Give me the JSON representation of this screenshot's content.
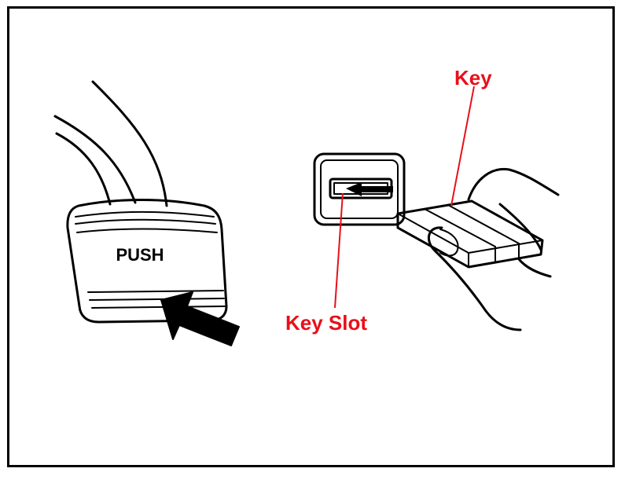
{
  "pedal": {
    "text": "PUSH"
  },
  "callouts": {
    "key": "Key",
    "key_slot": "Key Slot"
  },
  "colors": {
    "callout": "#e8101a",
    "line": "#000000",
    "background": "#ffffff"
  },
  "icons": {
    "arrow": "push-arrow-icon"
  }
}
